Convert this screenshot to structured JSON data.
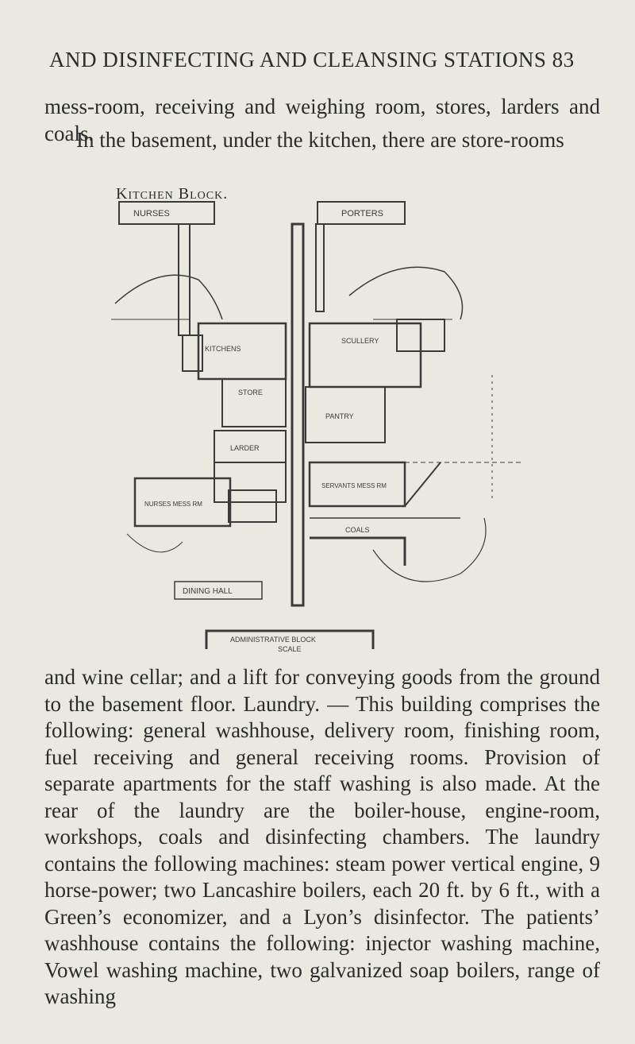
{
  "header": {
    "title": "AND DISINFECTING AND CLEANSING STATIONS 83"
  },
  "text": {
    "p1": "mess-room, receiving and weighing room, stores, larders and coals.",
    "p2": "In the basement, under the kitchen, there are store-rooms"
  },
  "figure": {
    "caption": "Kitchen Block.",
    "labels": {
      "nurses": "NURSES",
      "porters": "PORTERS",
      "kitchens": "KITCHENS",
      "scullery": "SCULLERY",
      "store": "STORE",
      "pantry": "PANTRY",
      "larder": "LARDER",
      "nurses_mess": "NURSES MESS RM",
      "servants_mess": "SERVANTS MESS RM",
      "coals": "COALS",
      "dining_hall": "DINING HALL",
      "admin_block": "ADMINISTRATIVE BLOCK",
      "scale": "SCALE"
    }
  },
  "lower": {
    "text": "and wine cellar; and a lift for conveying goods from the ground to the basement floor. Laundry. — This building comprises the following: general washhouse, delivery room, finishing room, fuel receiving and general receiving rooms. Provision of separate apartments for the staff washing is also made. At the rear of the laundry are the boiler-house, engine-room, workshops, coals and disinfecting chambers. The laundry contains the following machines: steam power vertical engine, 9 horse-power; two Lancashire boilers, each 20 ft. by 6 ft., with a Green’s economizer, and a Lyon’s disinfector. The patients’ washhouse contains the following: injector washing machine, Vowel washing machine, two galvanized soap boilers, range of washing"
  }
}
